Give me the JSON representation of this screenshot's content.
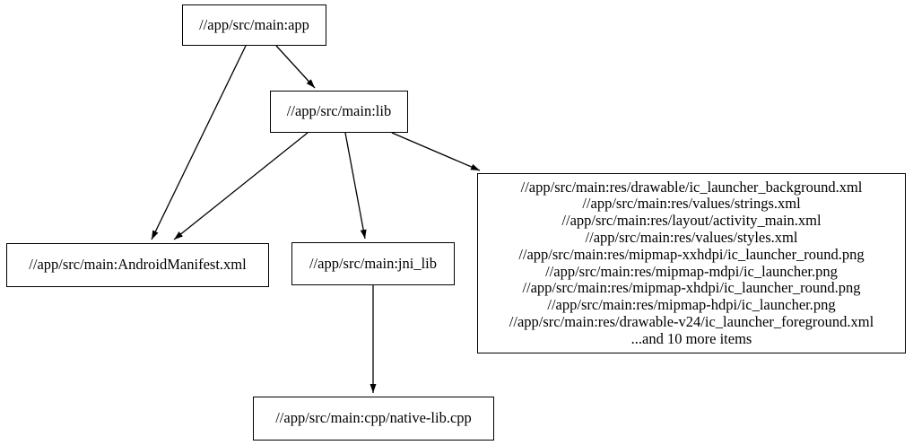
{
  "graph": {
    "background_color": "#ffffff",
    "node_border_color": "#000000",
    "edge_color": "#000000",
    "text_color": "#000000",
    "nodes": {
      "app": {
        "label": "//app/src/main:app"
      },
      "lib": {
        "label": "//app/src/main:lib"
      },
      "manifest": {
        "label": "//app/src/main:AndroidManifest.xml"
      },
      "jni_lib": {
        "label": "//app/src/main:jni_lib"
      },
      "native_lib": {
        "label": "//app/src/main:cpp/native-lib.cpp"
      },
      "res_group": {
        "lines": [
          "//app/src/main:res/drawable/ic_launcher_background.xml",
          "//app/src/main:res/values/strings.xml",
          "//app/src/main:res/layout/activity_main.xml",
          "//app/src/main:res/values/styles.xml",
          "//app/src/main:res/mipmap-xxhdpi/ic_launcher_round.png",
          "//app/src/main:res/mipmap-mdpi/ic_launcher.png",
          "//app/src/main:res/mipmap-xhdpi/ic_launcher_round.png",
          "//app/src/main:res/mipmap-hdpi/ic_launcher.png",
          "//app/src/main:res/drawable-v24/ic_launcher_foreground.xml",
          "...and 10 more items"
        ]
      }
    },
    "edges": [
      {
        "from": "app",
        "to": "manifest"
      },
      {
        "from": "app",
        "to": "lib"
      },
      {
        "from": "lib",
        "to": "manifest"
      },
      {
        "from": "lib",
        "to": "jni_lib"
      },
      {
        "from": "lib",
        "to": "res_group"
      },
      {
        "from": "jni_lib",
        "to": "native_lib"
      }
    ]
  }
}
